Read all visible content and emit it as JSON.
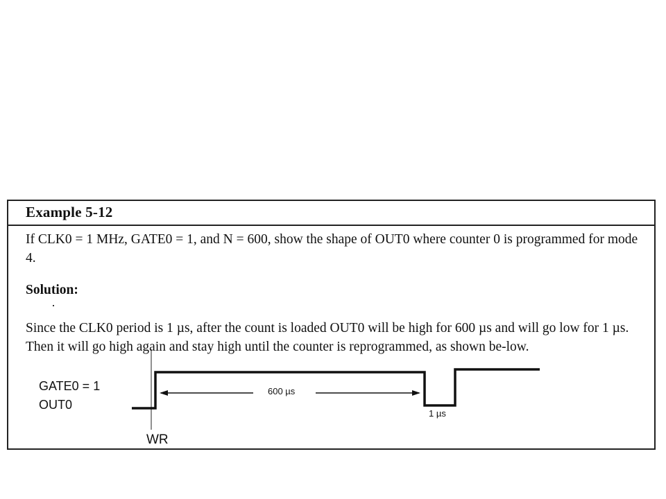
{
  "example": {
    "title": "Example 5-12",
    "question": "If CLK0 = 1 MHz, GATE0 = 1, and N = 600, show the shape of OUT0 where counter 0 is programmed for mode 4.",
    "solution_heading": "Solution:",
    "solution_text": "Since the CLK0 period is 1 µs, after the count is loaded OUT0 will be high for 600 µs and will go low for 1 µs. Then it will go high again and stay high until the counter is reprogrammed, as shown be-low."
  },
  "diagram": {
    "gate_label": "GATE0 = 1",
    "out_label": "OUT0",
    "wr_label": "WR",
    "high_duration_label": "600 µs",
    "low_duration_label": "1 µs"
  }
}
